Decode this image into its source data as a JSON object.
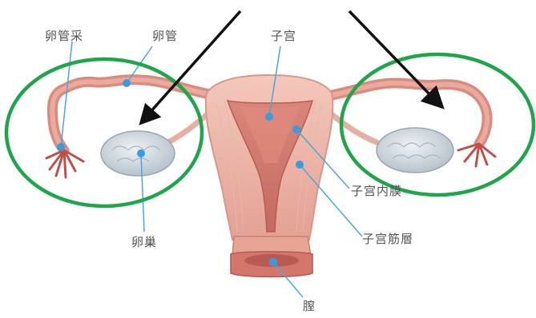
{
  "labels": {
    "fimbriae": "卵管采",
    "fallopian_tube": "卵管",
    "uterus": "子宫",
    "endometrium": "子宫内膜",
    "myometrium": "子宫筋層",
    "ovary": "卵巢",
    "vagina": "膣"
  },
  "colors": {
    "leader_line": "#4aa8d8",
    "leader_dot": "#3b9be0",
    "highlight_circle": "#1fa64a",
    "arrow": "#111111",
    "tissue": "#e7a89a",
    "tissue_dark": "#c86f66",
    "ovary": "#c9d3dc"
  },
  "annotations": {
    "circles": [
      "left-adnexa",
      "right-adnexa"
    ],
    "arrows": [
      "arrow-to-left-ovary",
      "arrow-to-right-tube"
    ]
  }
}
